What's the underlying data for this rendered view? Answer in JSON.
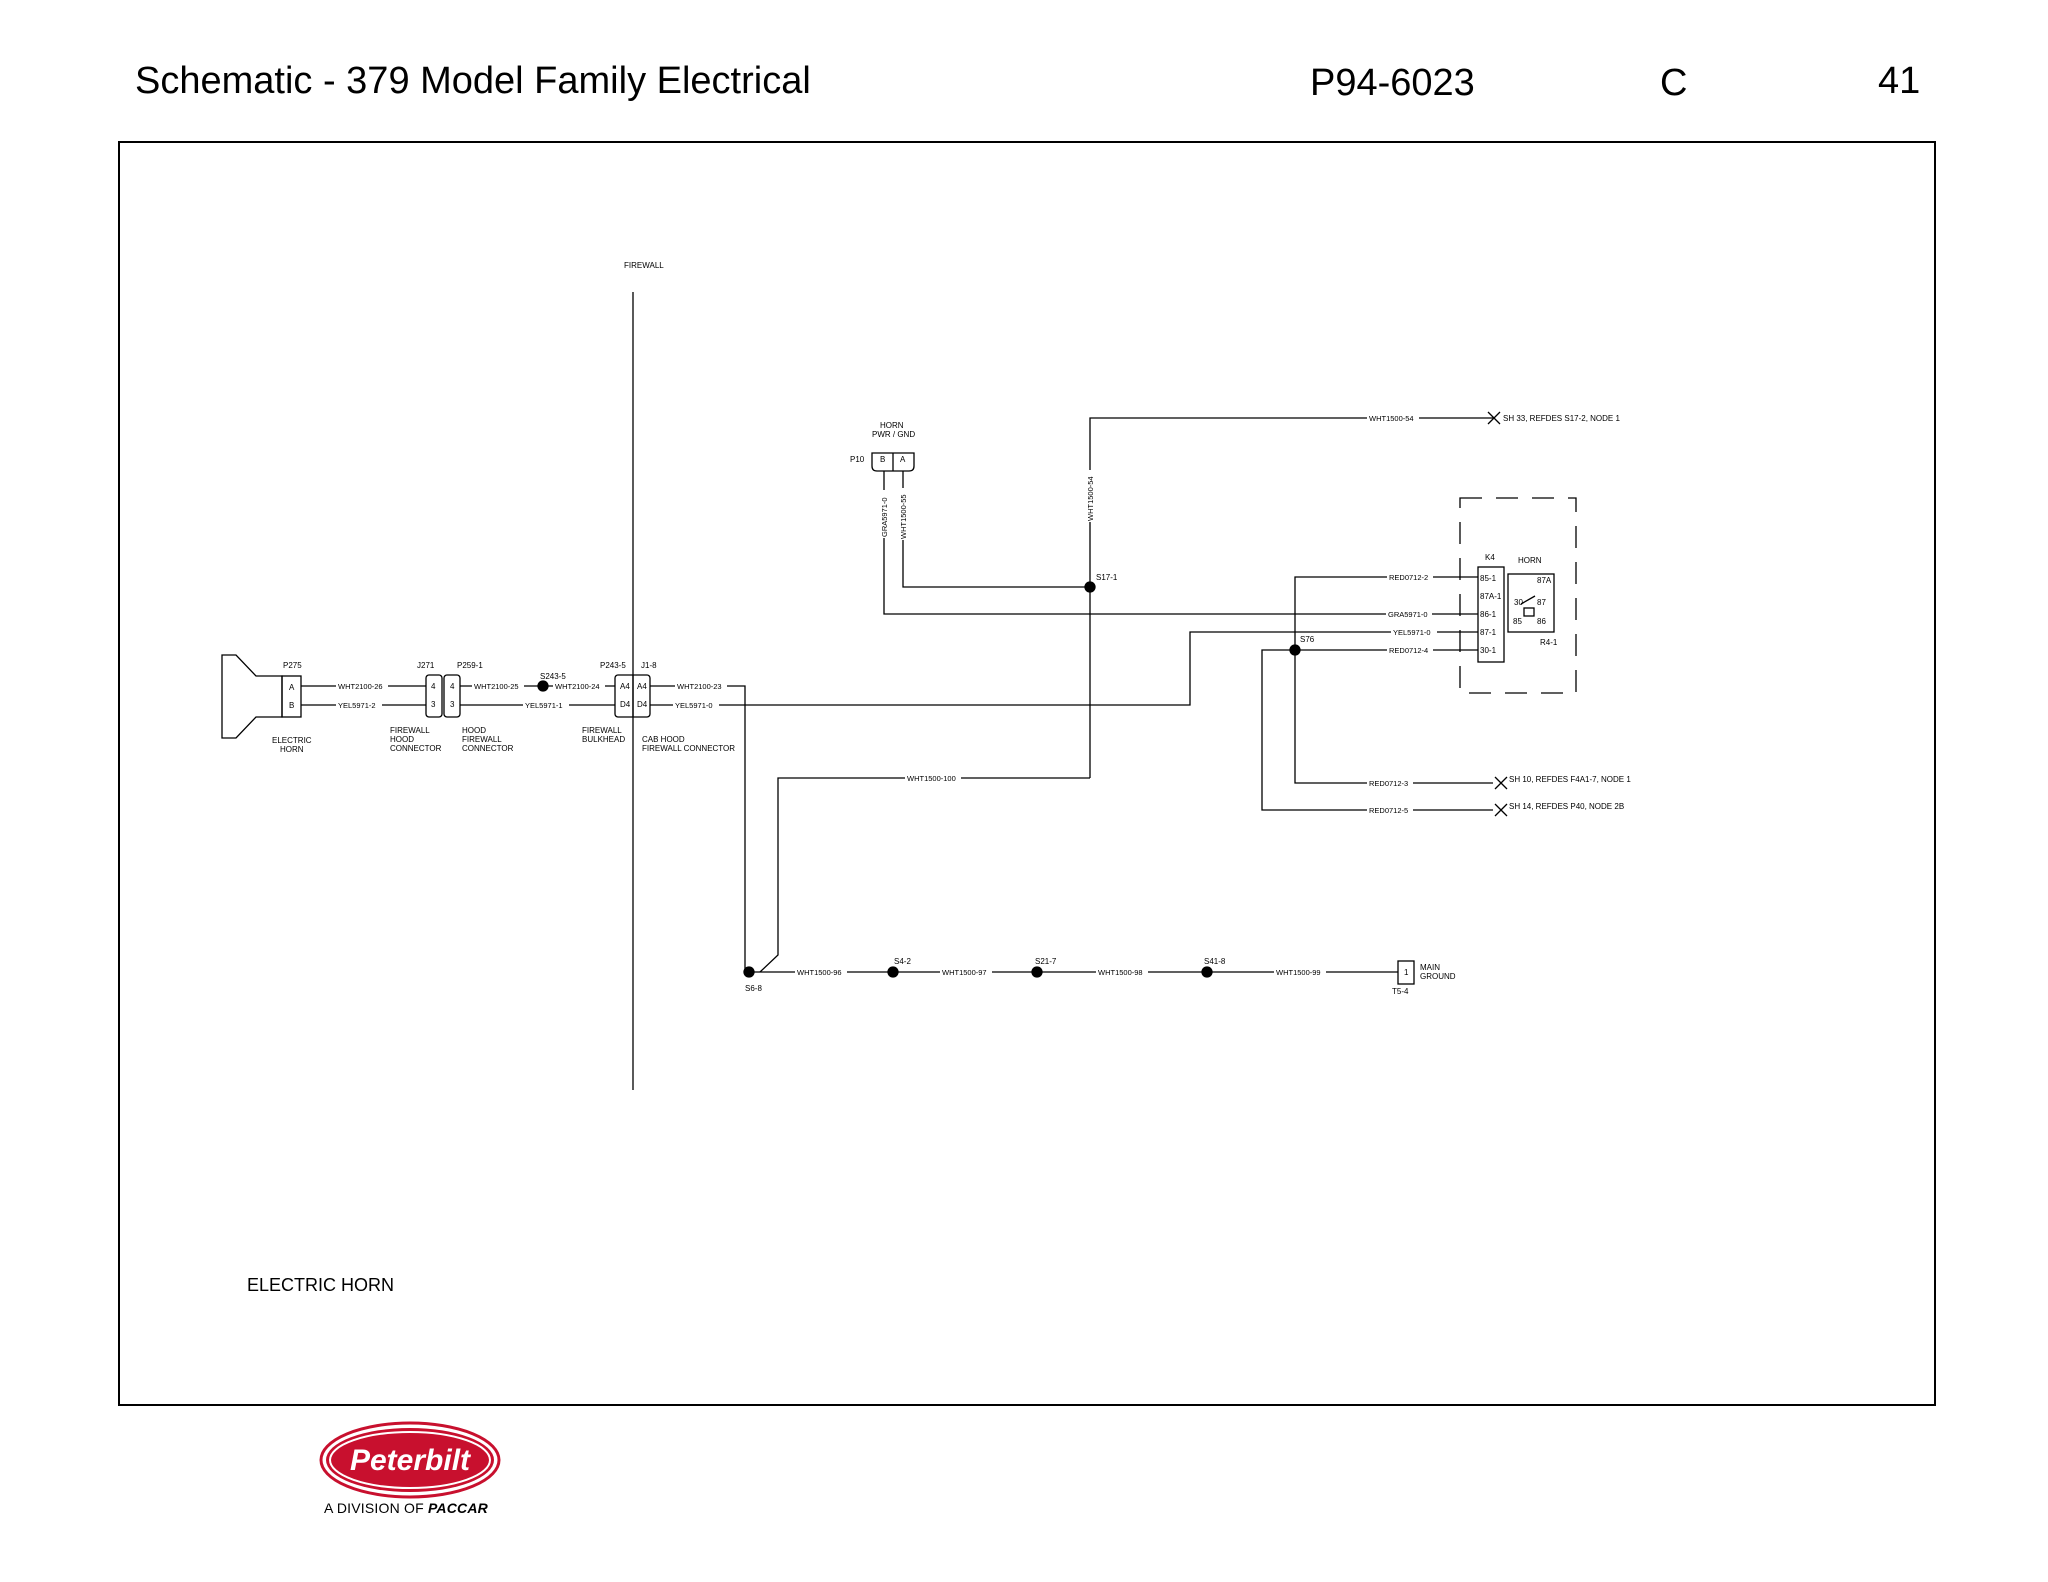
{
  "header": {
    "title": "Schematic - 379 Model Family Electrical",
    "doc_number": "P94-6023",
    "revision": "C",
    "page": "41"
  },
  "caption": "ELECTRIC  HORN",
  "logo": {
    "brand": "Peterbilt",
    "tagline_prefix": "A DIVISION OF",
    "tagline_brand": "PACCAR"
  },
  "labels": {
    "firewall": "FIREWALL",
    "p10_title1": "HORN",
    "p10_title2": "PWR / GND",
    "p10": "P10",
    "p10_pin_b": "B",
    "p10_pin_a": "A",
    "p275": "P275",
    "p275_pin_a": "A",
    "p275_pin_b": "B",
    "horn_l1": "ELECTRIC",
    "horn_l2": "HORN",
    "j271": "J271",
    "p259": "P259-1",
    "pin4": "4",
    "pin3": "3",
    "j271_d1": "FIREWALL",
    "j271_d2": "HOOD",
    "j271_d3": "CONNECTOR",
    "p259_d1": "HOOD",
    "p259_d2": "FIREWALL",
    "p259_d3": "CONNECTOR",
    "s243": "S243-5",
    "p243": "P243-5",
    "j18": "J1-8",
    "pin_a4": "A4",
    "pin_d4": "D4",
    "p243_d1": "FIREWALL",
    "p243_d2": "BULKHEAD",
    "j18_d1": "CAB  HOOD",
    "j18_d2": "FIREWALL  CONNECTOR",
    "s17": "S17-1",
    "s76": "S76",
    "k4": "K4",
    "horn_relay": "HORN",
    "r4": "R4-1",
    "k4_p1": "85-1",
    "k4_p2": "87A-1",
    "k4_p3": "86-1",
    "k4_p4": "87-1",
    "k4_p5": "30-1",
    "r_87a": "87A",
    "r_30": "30",
    "r_87": "87",
    "r_85": "85",
    "r_86": "86",
    "s68": "S6-8",
    "s42": "S4-2",
    "s217": "S21-7",
    "s418": "S41-8",
    "t54": "T5-4",
    "t54_pin": "1",
    "main1": "MAIN",
    "main2": "GROUND"
  },
  "wires": {
    "w26": "WHT2100-26",
    "w25": "WHT2100-25",
    "w24": "WHT2100-24",
    "w23": "WHT2100-23",
    "y2": "YEL5971-2",
    "y1": "YEL5971-1",
    "y0a": "YEL5971-0",
    "y0b": "YEL5971-0",
    "wht54a": "WHT1500-54",
    "wht54b": "WHT1500-54",
    "gra0a": "GRA5971-0",
    "gra0b": "GRA5971-0",
    "wht55": "WHT1500-55",
    "red2": "RED0712-2",
    "red4": "RED0712-4",
    "red3": "RED0712-3",
    "red5": "RED0712-5",
    "w100": "WHT1500-100",
    "w96": "WHT1500-96",
    "w97": "WHT1500-97",
    "w98": "WHT1500-98",
    "w99": "WHT1500-99"
  },
  "refs": {
    "sh33": "SH 33,  REFDES  S17-2,  NODE  1",
    "sh10": "SH 10,  REFDES  F4A1-7,  NODE  1",
    "sh14": "SH 14,  REFDES  P40,  NODE  2B"
  }
}
